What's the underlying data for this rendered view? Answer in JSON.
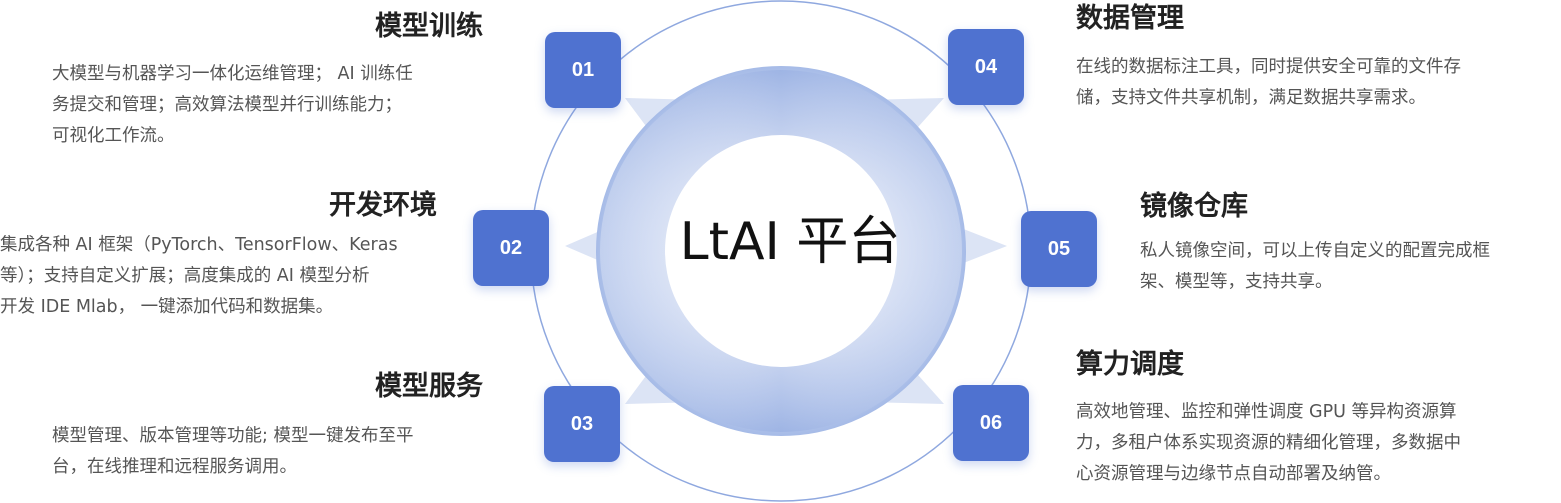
{
  "center": {
    "title": "LtAI 平台"
  },
  "colors": {
    "badge": "#4f72d0",
    "ring_outline": "#8fa8df",
    "ring_light": "#dfe6f6",
    "ring_mid": "#9db3e3"
  },
  "features": [
    {
      "num": "01",
      "title": "模型训练",
      "desc": [
        "大模型与机器学习一体化运维管理； AI 训练任",
        "务提交和管理；高效算法模型并行训练能力；",
        "可视化工作流。"
      ]
    },
    {
      "num": "02",
      "title": "开发环境",
      "desc": [
        "集成各种 AI 框架（PyTorch、TensorFlow、Keras",
        "等）；支持自定义扩展；高度集成的 AI 模型分析",
        "开发 IDE Mlab， 一键添加代码和数据集。"
      ]
    },
    {
      "num": "03",
      "title": "模型服务",
      "desc": [
        "模型管理、版本管理等功能; 模型一键发布至平",
        "台，在线推理和远程服务调用。"
      ]
    },
    {
      "num": "04",
      "title": "数据管理",
      "desc": [
        "在线的数据标注工具，同时提供安全可靠的文件存",
        "储，支持文件共享机制，满足数据共享需求。"
      ]
    },
    {
      "num": "05",
      "title": "镜像仓库",
      "desc": [
        "私人镜像空间，可以上传自定义的配置完成框",
        "架、模型等，支持共享。"
      ]
    },
    {
      "num": "06",
      "title": "算力调度",
      "desc": [
        "高效地管理、监控和弹性调度 GPU 等异构资源算",
        "力，多租户体系实现资源的精细化管理，多数据中",
        "心资源管理与边缘节点自动部署及纳管。"
      ]
    }
  ]
}
